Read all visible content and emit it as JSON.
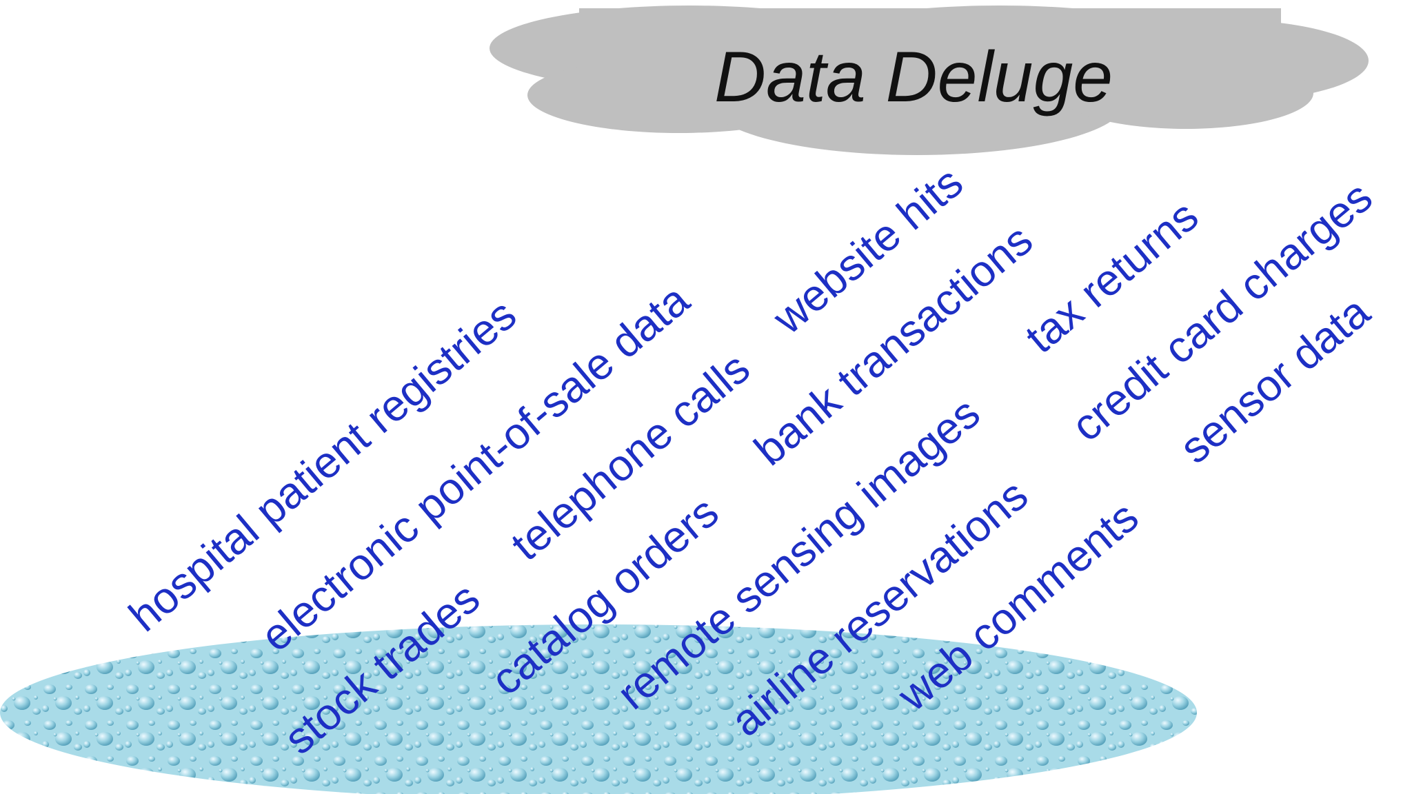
{
  "title": "Data Deluge",
  "colors": {
    "cloud": "#bfbfbf",
    "text": "#1d2fc4",
    "puddle": "#a9dbe8"
  },
  "data_sources": [
    "hospital patient registries",
    "electronic point-of-sale data",
    "telephone calls",
    "website hits",
    "bank transactions",
    "tax returns",
    "credit card charges",
    "sensor data",
    "stock trades",
    "catalog orders",
    "remote sensing images",
    "airline reservations",
    "web comments"
  ]
}
